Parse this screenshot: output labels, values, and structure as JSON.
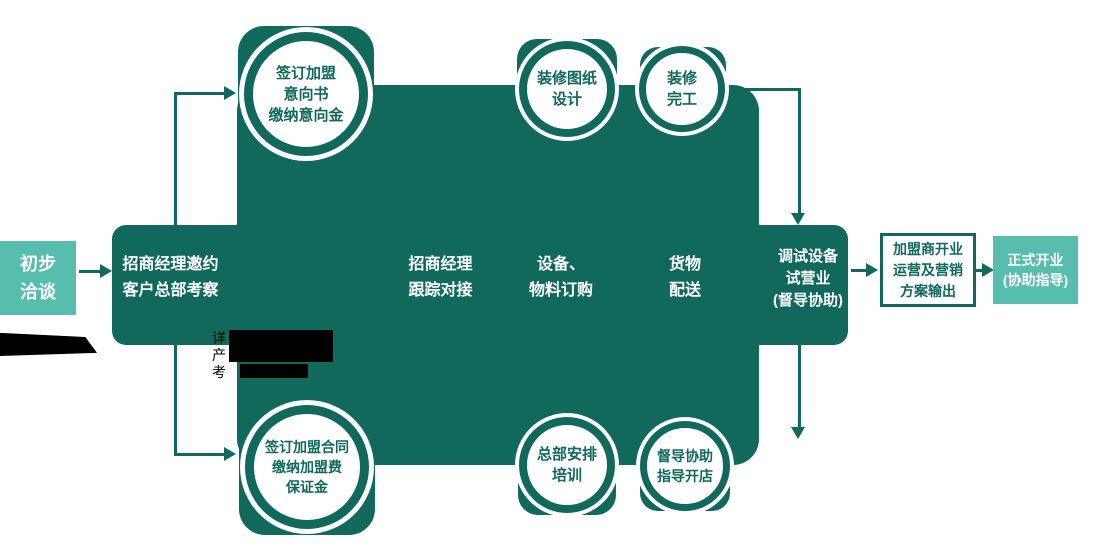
{
  "palette": {
    "dark_teal": "#11695B",
    "light_teal": "#57BDAC",
    "black": "#000000",
    "white": "#FFFFFF"
  },
  "start_box": {
    "lines": [
      "初步",
      "洽谈"
    ]
  },
  "spine_steps": [
    {
      "id": "invite",
      "lines": [
        "招商经理邀约",
        "客户总部考察"
      ]
    },
    {
      "id": "track",
      "lines": [
        "招商经理",
        "跟踪对接"
      ]
    },
    {
      "id": "order",
      "lines": [
        "设备、",
        "物料订购"
      ]
    },
    {
      "id": "delivery",
      "lines": [
        "货物",
        "配送"
      ]
    },
    {
      "id": "trial",
      "lines": [
        "调试设备",
        "试营业",
        "(督导协助)"
      ]
    }
  ],
  "circles": [
    {
      "id": "intent",
      "lines": [
        "签订加盟",
        "意向书",
        "缴纳意向金"
      ]
    },
    {
      "id": "design",
      "lines": [
        "装修图纸",
        "设计"
      ]
    },
    {
      "id": "done",
      "lines": [
        "装修",
        "完工"
      ]
    },
    {
      "id": "contract",
      "lines": [
        "签订加盟合同",
        "缴纳加盟费",
        "保证金"
      ]
    },
    {
      "id": "training",
      "lines": [
        "总部安排",
        "培训"
      ]
    },
    {
      "id": "supervise",
      "lines": [
        "督导协助",
        "指导开店"
      ]
    }
  ],
  "end_boxes": [
    {
      "id": "operation",
      "lines": [
        "加盟商开业",
        "运营及营销",
        "方案输出"
      ]
    },
    {
      "id": "official",
      "lines": [
        "正式开业",
        "(协助指导)"
      ]
    }
  ],
  "annotation": {
    "lines": [
      "详",
      "产",
      "考"
    ]
  }
}
